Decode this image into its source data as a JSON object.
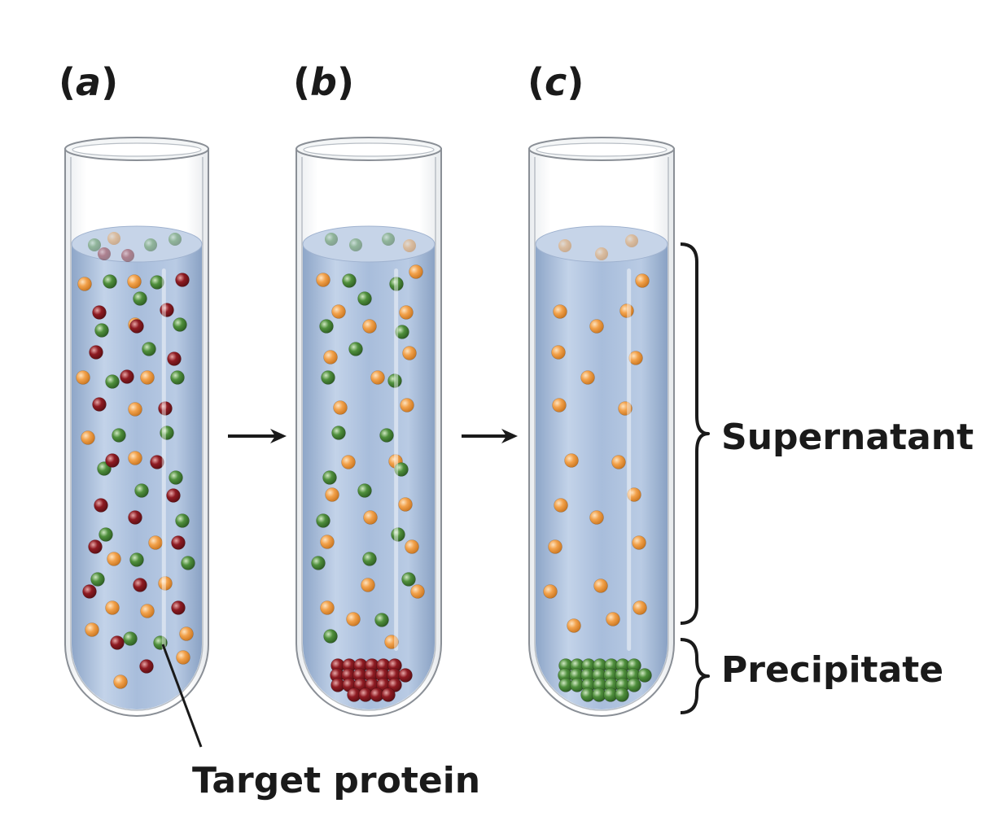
{
  "panels": [
    {
      "letter": "a"
    },
    {
      "letter": "b"
    },
    {
      "letter": "c"
    }
  ],
  "labels": {
    "target_protein": "Target protein",
    "supernatant": "Supernatant",
    "precipitate": "Precipitate"
  },
  "colors": {
    "orange_protein": "#f2a14a",
    "green_protein": "#4f8f3c",
    "red_protein": "#8e1b22",
    "liquid": "#a9bfdc",
    "glass_edge": "#8a8f96",
    "ink": "#1a1a1a"
  },
  "tube_contents": {
    "a": {
      "free": [
        "orange",
        "green",
        "red"
      ],
      "precipitate": "none"
    },
    "b": {
      "free": [
        "orange",
        "green"
      ],
      "precipitate": "red"
    },
    "c": {
      "free": [
        "orange"
      ],
      "precipitate": "green"
    }
  }
}
